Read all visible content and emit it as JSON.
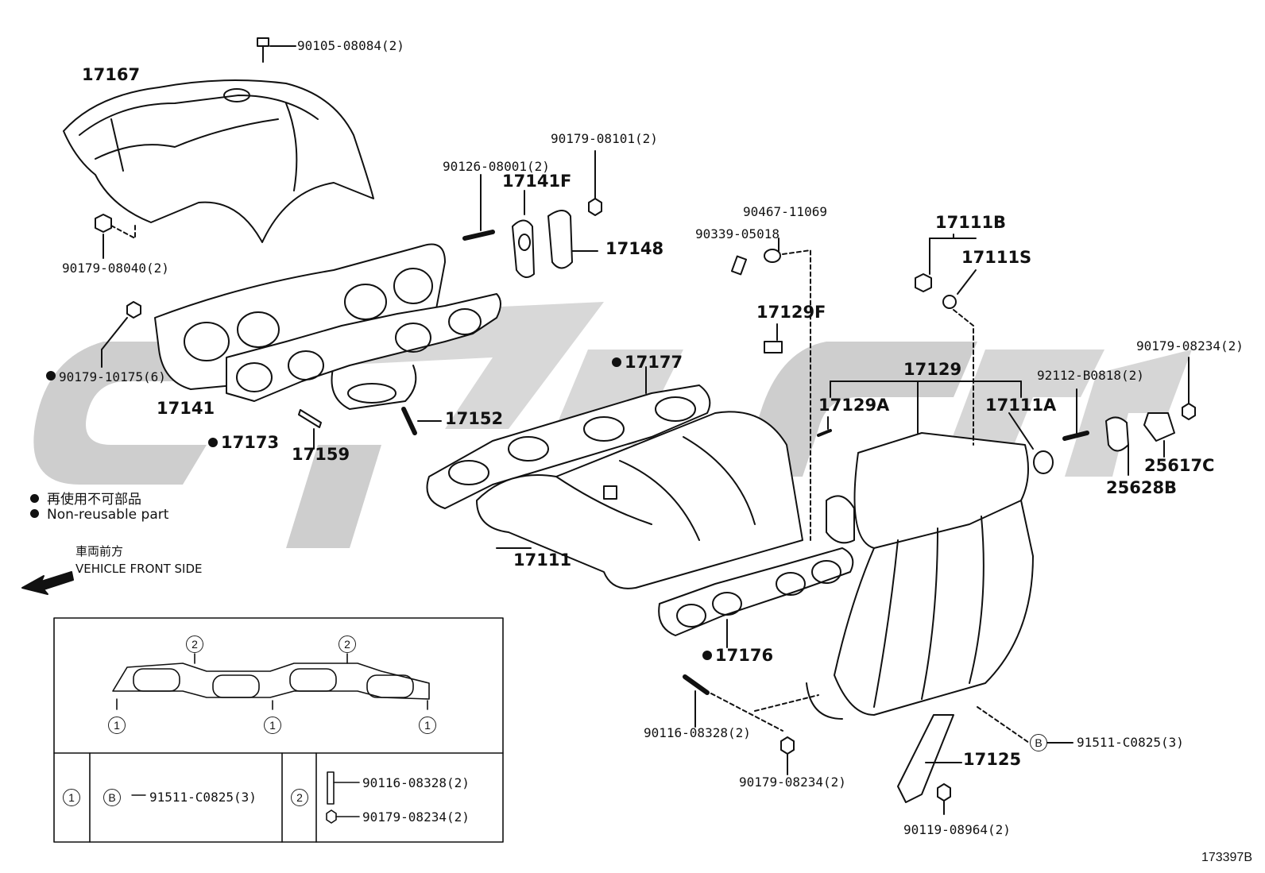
{
  "diagram": {
    "doc_code": "173397B",
    "watermark_color": "#c9c9c9",
    "legend": {
      "jp": "再使用不可部品",
      "en": "Non-reusable part",
      "front_jp": "車両前方",
      "front_en": "VEHICLE FRONT SIDE"
    },
    "parts": {
      "p17167": "17167",
      "p90105": "90105-08084(2)",
      "p90179_08040": "90179-08040(2)",
      "p90179_10175": "90179-10175(6)",
      "p17141": "17141",
      "p17173": "17173",
      "p17159": "17159",
      "p17152": "17152",
      "p90126": "90126-08001(2)",
      "p17141F": "17141F",
      "p90179_08101": "90179-08101(2)",
      "p17148": "17148",
      "p17177": "17177",
      "p17111": "17111",
      "p17176": "17176",
      "p90116": "90116-08328(2)",
      "p90179_08234a": "90179-08234(2)",
      "p90467": "90467-11069",
      "p90339": "90339-05018",
      "p17129F": "17129F",
      "p17129A": "17129A",
      "p17129": "17129",
      "p17111B": "17111B",
      "p17111S": "17111S",
      "p17111A": "17111A",
      "p90179_08234b": "90179-08234(2)",
      "p92112": "92112-B0818(2)",
      "p25628B": "25628B",
      "p25617C": "25617C",
      "p17125": "17125",
      "p91511": "91511-C0825(3)",
      "p90119": "90119-08964(2)"
    },
    "inset": {
      "circle1": "1",
      "circle2": "2",
      "circleB": "B",
      "row1_part": "91511-C0825(3)",
      "row2_part_a": "90116-08328(2)",
      "row2_part_b": "90179-08234(2)"
    }
  }
}
